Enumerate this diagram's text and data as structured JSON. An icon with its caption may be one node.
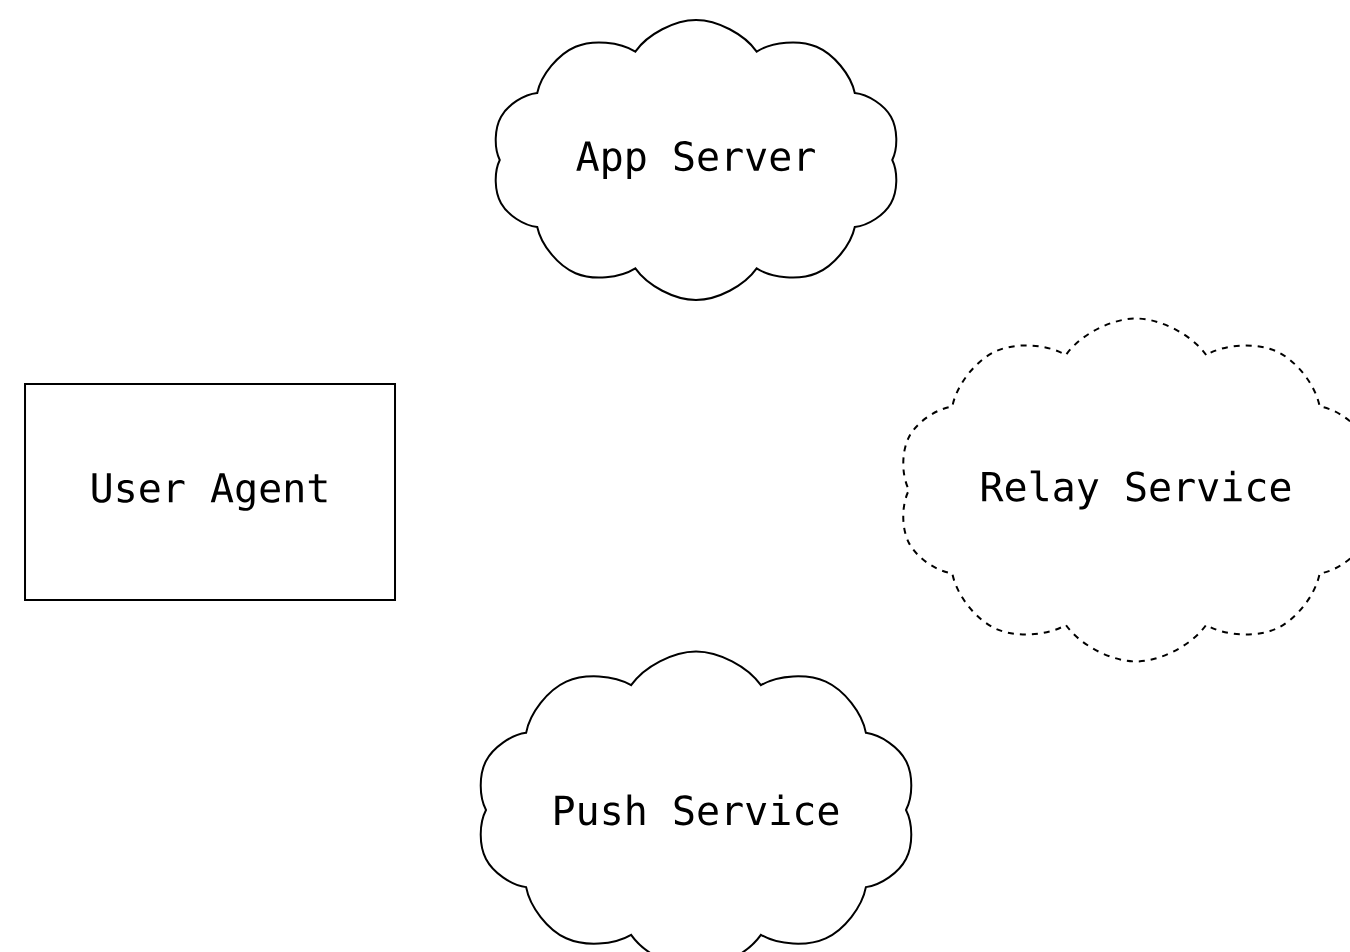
{
  "diagram": {
    "nodes": [
      {
        "text": [
          "App Server"
        ]
      },
      {
        "text": [
          "User Agent"
        ]
      },
      {
        "text": [
          "Relay Service"
        ]
      },
      {
        "text": [
          "Push Service"
        ]
      }
    ]
  }
}
